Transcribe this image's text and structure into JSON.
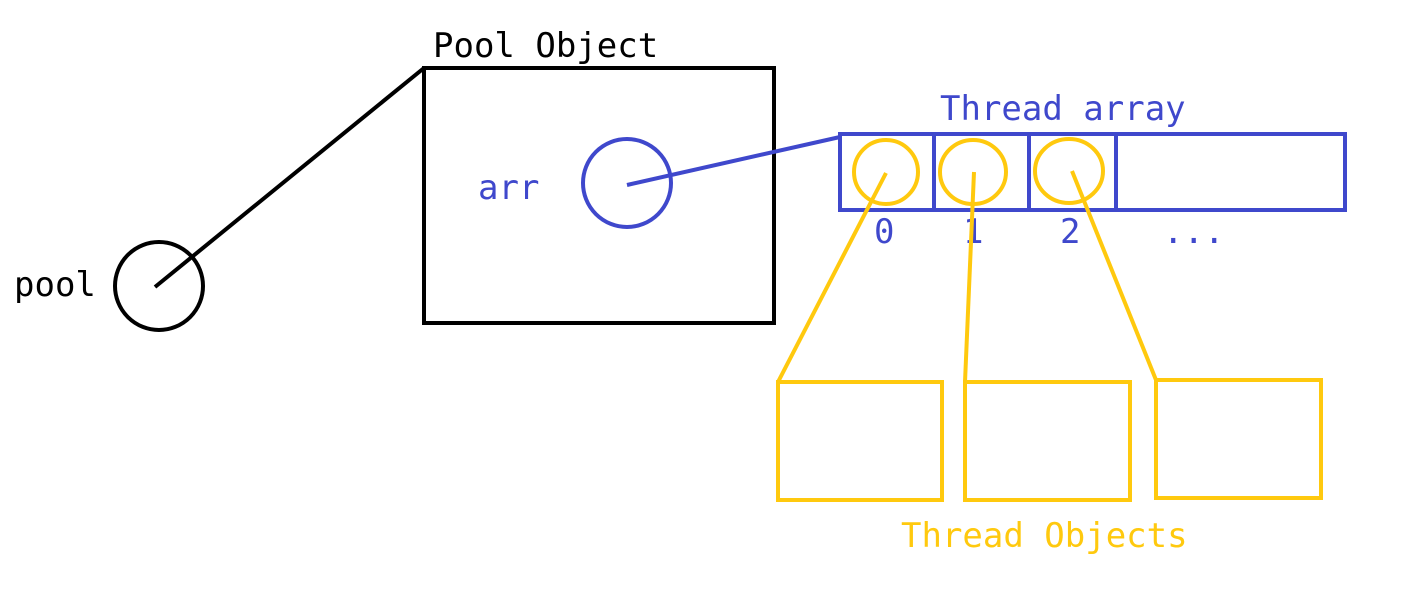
{
  "labels": {
    "pool_variable": "pool",
    "pool_object": "Pool Object",
    "arr_field": "arr",
    "thread_array": "Thread array",
    "index_0": "0",
    "index_1": "1",
    "index_2": "2",
    "ellipsis": "...",
    "thread_objects": "Thread Objects"
  },
  "colors": {
    "black": "#000000",
    "blue": "#3f48cc",
    "yellow": "#ffc90e",
    "background": "#ffffff"
  }
}
